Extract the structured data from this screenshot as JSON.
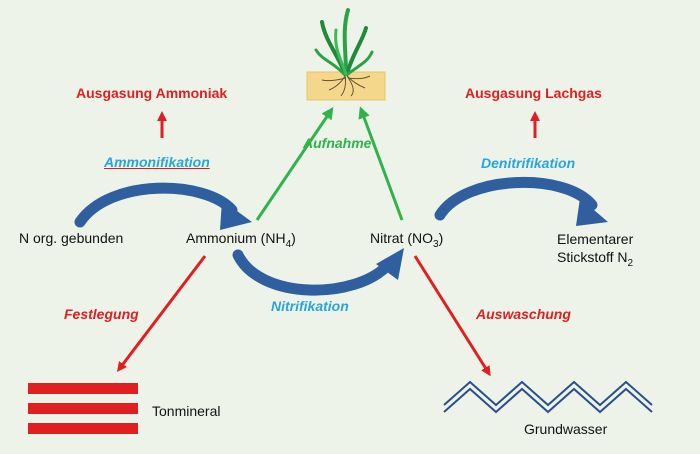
{
  "colors": {
    "red": "#e02020",
    "blue_text": "#26a6dc",
    "green": "#2fb34a",
    "flow_blue": "#2f5f9e",
    "wave_blue": "#2a4f8a"
  },
  "emissions": {
    "ammoniak": "Ausgasung Ammoniak",
    "lachgas": "Ausgasung Lachgas"
  },
  "processes": {
    "ammonifikation": "Ammonifikation",
    "aufnahme": "Aufnahme",
    "denitrifikation": "Denitrifikation",
    "nitrifikation": "Nitrifikation",
    "festlegung": "Festlegung",
    "auswaschung": "Auswaschung"
  },
  "nodes": {
    "n_org": "N org. gebunden",
    "ammonium_prefix": "Ammonium (NH",
    "ammonium_sub": "4",
    "ammonium_suffix": ")",
    "nitrat_prefix": "Nitrat (NO",
    "nitrat_sub": "3",
    "nitrat_suffix": ")",
    "elementar_line1": "Elementarer",
    "elementar_line2_prefix": "Stickstoff N",
    "elementar_line2_sub": "2"
  },
  "sinks": {
    "tonmineral": "Tonmineral",
    "grundwasser": "Grundwasser"
  },
  "icons": [
    "plant-icon",
    "clay-mineral-icon",
    "groundwater-wave-icon"
  ]
}
